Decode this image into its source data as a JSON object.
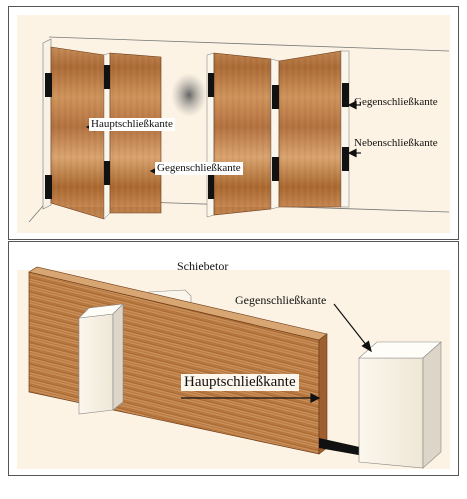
{
  "top_diagram": {
    "labels": {
      "hauptschliesskante": "Hauptschließkante",
      "gegenschliesskante_center": "Gegenschließkante",
      "gegenschliesskante_right": "Gegenschließkante",
      "nebenschliesskante": "Nebenschließkante"
    }
  },
  "bottom_diagram": {
    "title": "Schiebetor",
    "labels": {
      "gegenschliesskante": "Gegenschließkante",
      "hauptschliesskante": "Hauptschließkante"
    }
  },
  "colors": {
    "background": "#fdf3e4",
    "wood_light": "#c98e5a",
    "wood_dark": "#9a5c2c",
    "hinge": "#111111",
    "post_front": "#fbf7ee",
    "post_side": "#ddd6c8"
  }
}
